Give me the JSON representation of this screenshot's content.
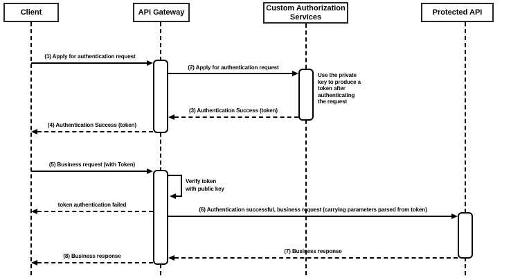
{
  "diagram_type": "sequence-diagram",
  "colors": {
    "line": "#000000",
    "box_border": "#262626",
    "background": "#ffffff",
    "shape_fill": "#ffffff"
  },
  "participants": [
    {
      "id": "client",
      "label": "Client"
    },
    {
      "id": "api-gateway",
      "label": "API Gateway"
    },
    {
      "id": "custom-authorization-services",
      "label": "Custom Authorization\nServices"
    },
    {
      "id": "protected-api",
      "label": "Protected API"
    }
  ],
  "messages": [
    {
      "seq": "1",
      "label": "(1) Apply for authentication request",
      "from": "Client",
      "to": "API Gateway",
      "style": "solid"
    },
    {
      "seq": "2",
      "label": "(2) Apply for authentication request",
      "from": "API Gateway",
      "to": "Custom Authorization Services",
      "style": "solid"
    },
    {
      "seq": "3",
      "label": "(3) Authentication Success (token)",
      "from": "Custom Authorization Services",
      "to": "API Gateway",
      "style": "dashed"
    },
    {
      "seq": "4",
      "label": "(4) Authentication Success (token)",
      "from": "API Gateway",
      "to": "Client",
      "style": "dashed"
    },
    {
      "seq": "5",
      "label": "(5) Business request (with Token)",
      "from": "Client",
      "to": "API Gateway",
      "style": "solid"
    },
    {
      "seq": "",
      "label": "token authentication failed",
      "from": "API Gateway",
      "to": "Client",
      "style": "dashed"
    },
    {
      "seq": "6",
      "label": "(6) Authentication successful, business request (carrying parameters parsed from token)",
      "from": "API Gateway",
      "to": "Protected API",
      "style": "solid"
    },
    {
      "seq": "7",
      "label": "(7) Business response",
      "from": "Protected API",
      "to": "API Gateway",
      "style": "dashed"
    },
    {
      "seq": "8",
      "label": "(8) Business response",
      "from": "API Gateway",
      "to": "Client",
      "style": "dashed"
    }
  ],
  "self_message": {
    "label": "Verify token\nwith public key",
    "on": "API Gateway",
    "style": "solid"
  },
  "note": {
    "text": "Use the private\nkey to produce a\ntoken after\nauthenticating\nthe request",
    "attached_to": "Custom Authorization Services"
  }
}
